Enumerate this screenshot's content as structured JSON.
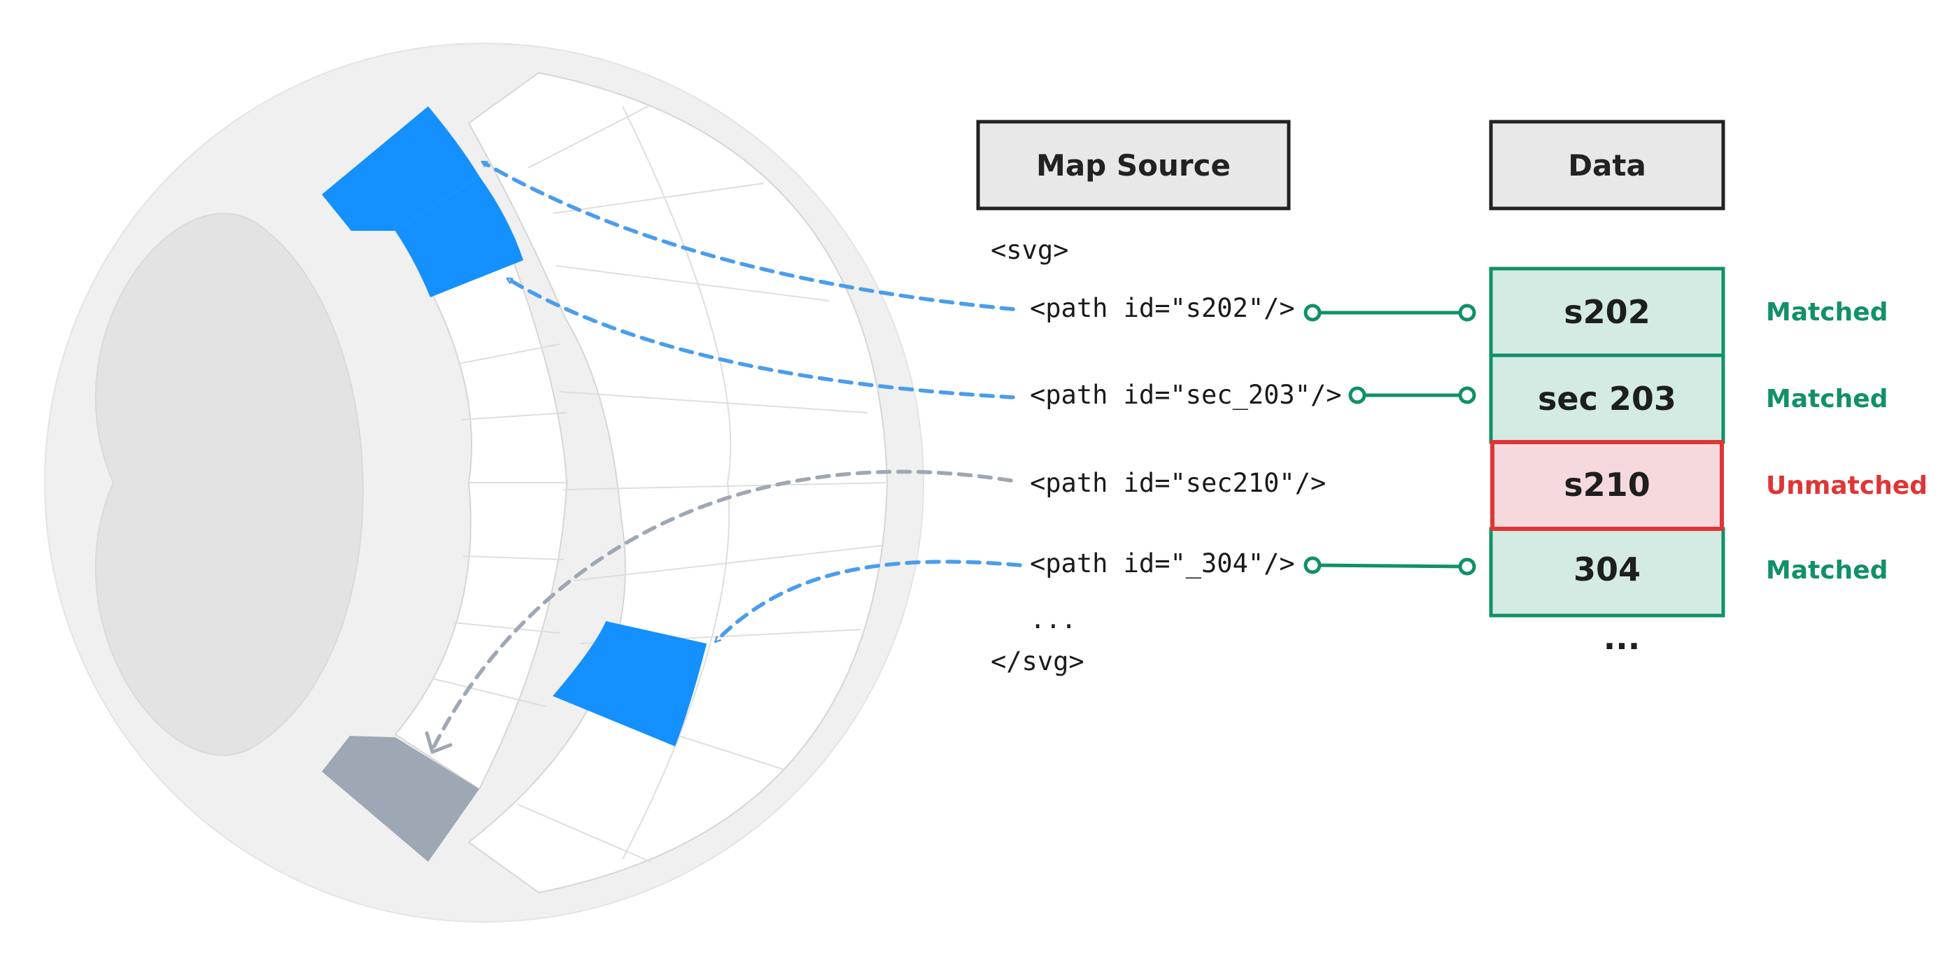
{
  "headers": {
    "map_source": "Map Source",
    "data": "Data"
  },
  "code": {
    "open_tag": "<svg>",
    "lines": [
      "<path id=\"s202\"/>",
      "<path id=\"sec_203\"/>",
      "<path id=\"sec210\"/>",
      "<path id=\"_304\"/>"
    ],
    "ellipsis": "...",
    "close_tag": "</svg>"
  },
  "data_rows": [
    {
      "value": "s202",
      "status": "Matched"
    },
    {
      "value": "sec 203",
      "status": "Matched"
    },
    {
      "value": "s210",
      "status": "Unmatched"
    },
    {
      "value": "304",
      "status": "Matched"
    }
  ],
  "data_ellipsis": "...",
  "colors": {
    "matched": "#11906a",
    "unmatched": "#e03535",
    "matched_fill": "#d3ebe3",
    "unmatched_fill": "#f5d9dc",
    "highlight": "#1490ff",
    "highlight_gray": "#9ea8b4",
    "dash_blue": "#4a9ded",
    "dash_gray": "#9ea8b4",
    "header_fill": "#e8e8e8"
  }
}
